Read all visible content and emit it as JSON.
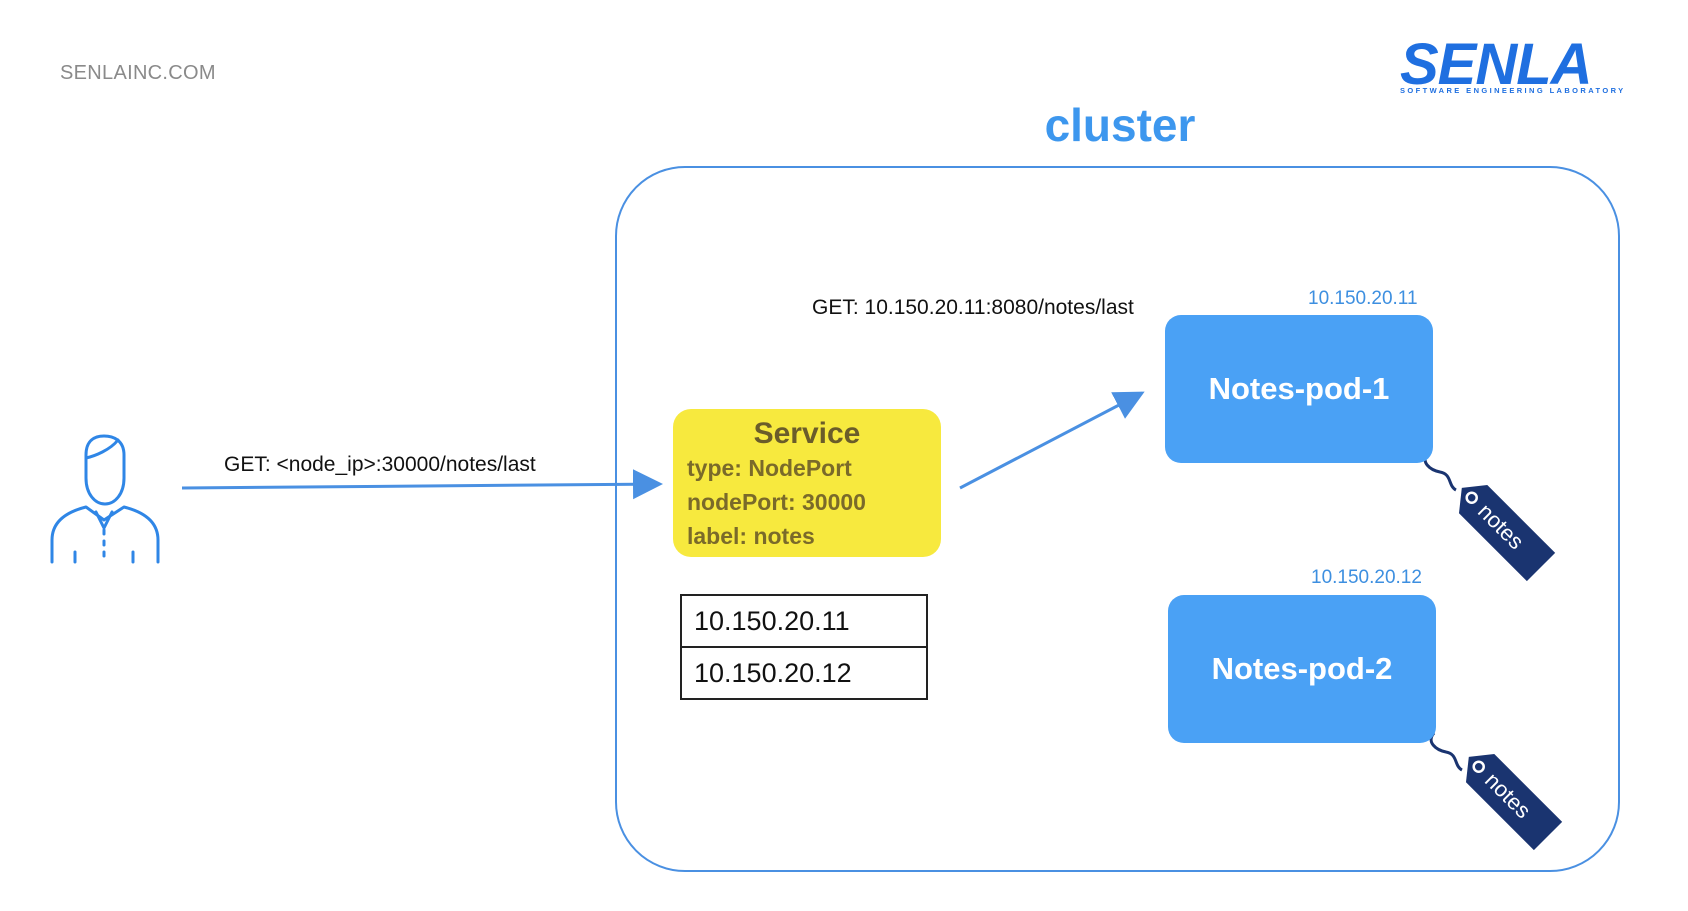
{
  "site": {
    "name": "SENLAINC.COM"
  },
  "logo": {
    "word": "SENLA",
    "tagline": "SOFTWARE ENGINEERING LABORATORY"
  },
  "cluster": {
    "title": "cluster"
  },
  "client_request": {
    "label": "GET: <node_ip>:30000/notes/last"
  },
  "pod_request": {
    "label": "GET: 10.150.20.11:8080/notes/last"
  },
  "service": {
    "title": "Service",
    "type_line": "type: NodePort",
    "nodeport_line": "nodePort: 30000",
    "label_line": "label: notes"
  },
  "endpoints": [
    "10.150.20.11",
    "10.150.20.12"
  ],
  "pods": [
    {
      "name": "Notes-pod-1",
      "ip": "10.150.20.11",
      "tag": "notes"
    },
    {
      "name": "Notes-pod-2",
      "ip": "10.150.20.12",
      "tag": "notes"
    }
  ],
  "colors": {
    "accent": "#4a90e2",
    "pod": "#4aa1f5",
    "service": "#f7e93e",
    "tag": "#1a3470",
    "brand": "#1f6fe0"
  }
}
